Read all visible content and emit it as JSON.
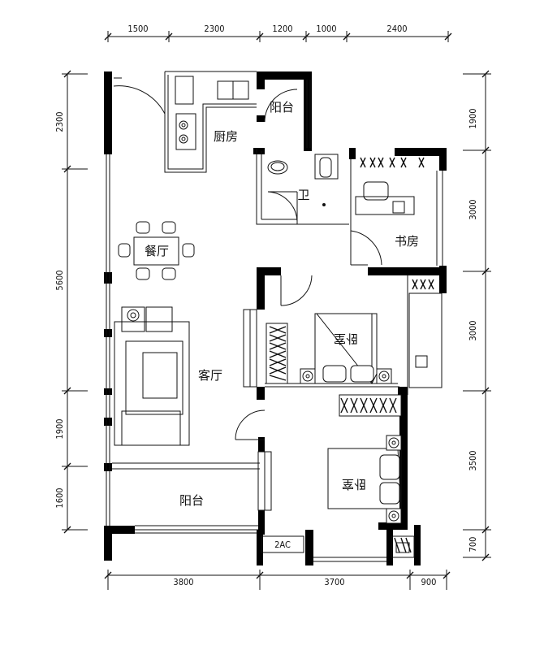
{
  "rooms": {
    "kitchen": "厨房",
    "balcony_top": "阳台",
    "bathroom": "卫",
    "study": "书房",
    "dining": "餐厅",
    "living": "客厅",
    "bedroom_1": "卧室",
    "bedroom_2": "卧室",
    "balcony_bottom": "阳台"
  },
  "dimensions": {
    "top": [
      "1500",
      "2300",
      "1200",
      "1000",
      "2400"
    ],
    "left": [
      "2300",
      "5600",
      "1900",
      "1600"
    ],
    "right": [
      "1900",
      "3000",
      "3000",
      "3500",
      "700"
    ],
    "bottom": [
      "3800",
      "3700",
      "900"
    ]
  },
  "labels": {
    "ac": "2AC"
  }
}
